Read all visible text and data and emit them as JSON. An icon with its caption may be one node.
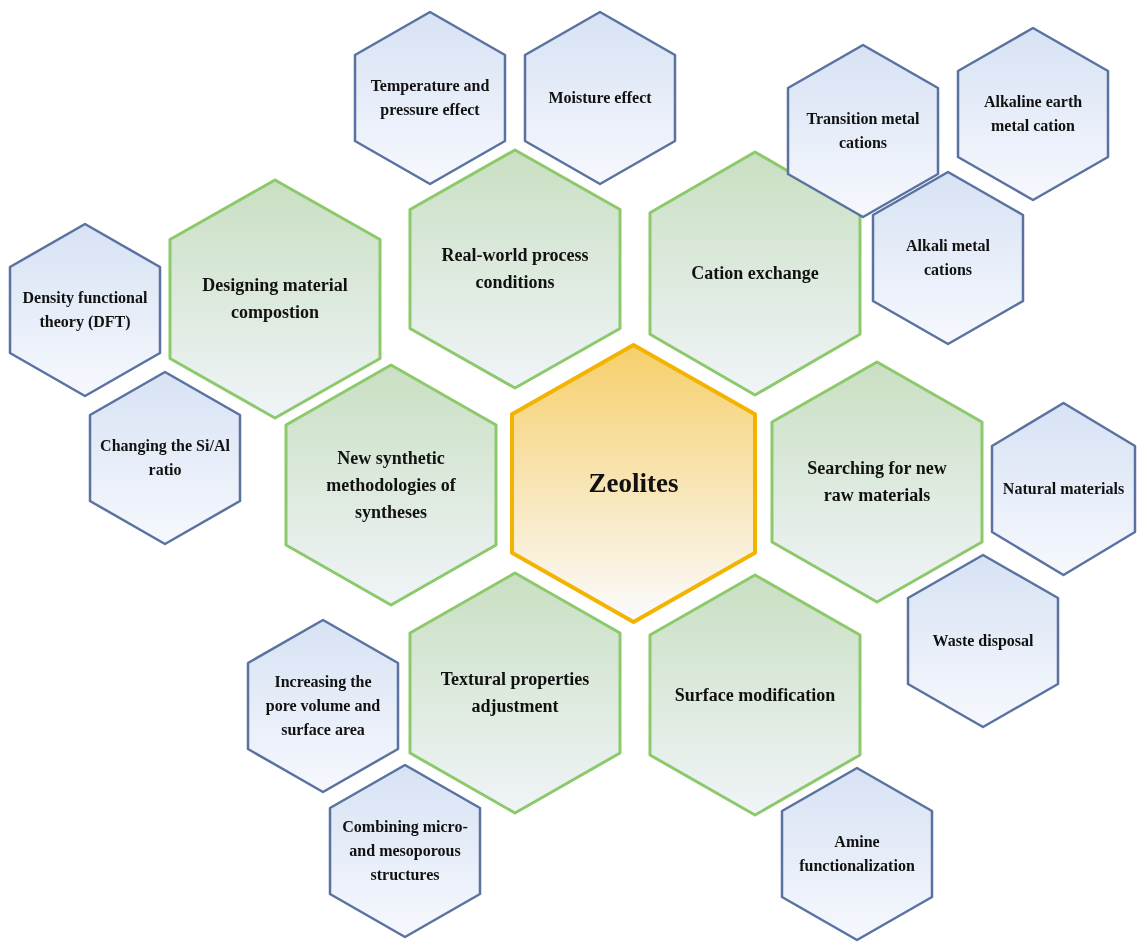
{
  "diagram": {
    "nodes": [
      {
        "text": [
          "Zeolites"
        ]
      },
      {
        "text": [
          "Designing material compostion"
        ]
      },
      {
        "text": [
          "Real-world process conditions"
        ]
      },
      {
        "text": [
          "Cation exchange"
        ]
      },
      {
        "text": [
          "New synthetic methodologies of syntheses"
        ]
      },
      {
        "text": [
          "Searching for new raw materials"
        ]
      },
      {
        "text": [
          "Textural properties adjustment"
        ]
      },
      {
        "text": [
          "Surface modification"
        ]
      },
      {
        "text": [
          "Temperature and pressure effect"
        ]
      },
      {
        "text": [
          "Moisture effect"
        ]
      },
      {
        "text": [
          "Transition metal cations"
        ]
      },
      {
        "text": [
          "Alkaline earth metal cation"
        ]
      },
      {
        "text": [
          "Alkali metal cations"
        ]
      },
      {
        "text": [
          "Density functional theory (DFT)"
        ]
      },
      {
        "text": [
          "Changing the Si/Al ratio"
        ]
      },
      {
        "text": [
          "Natural materials"
        ]
      },
      {
        "text": [
          "Waste disposal"
        ]
      },
      {
        "text": [
          "Increasing the pore volume and surface area"
        ]
      },
      {
        "text": [
          "Combining micro- and mesoporous structures"
        ]
      },
      {
        "text": [
          "Amine functionalization"
        ]
      }
    ]
  }
}
